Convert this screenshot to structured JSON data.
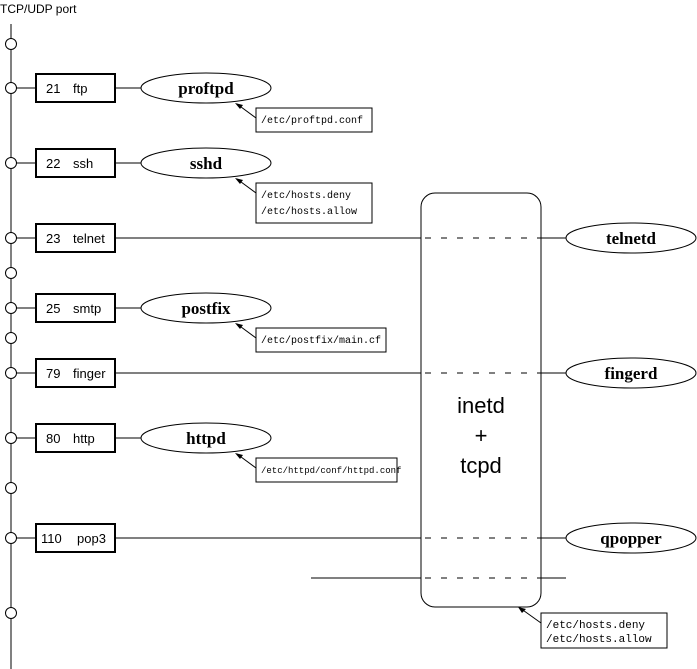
{
  "axis_label": "TCP/UDP port",
  "ports": [
    {
      "number": "21",
      "name": "ftp",
      "daemon": "proftpd",
      "via_inetd": false,
      "config": [
        "/etc/proftpd.conf"
      ]
    },
    {
      "number": "22",
      "name": "ssh",
      "daemon": "sshd",
      "via_inetd": false,
      "config": [
        "/etc/hosts.deny",
        "/etc/hosts.allow"
      ]
    },
    {
      "number": "23",
      "name": "telnet",
      "daemon": "telnetd",
      "via_inetd": true,
      "config": []
    },
    {
      "number": "25",
      "name": "smtp",
      "daemon": "postfix",
      "via_inetd": false,
      "config": [
        "/etc/postfix/main.cf"
      ]
    },
    {
      "number": "79",
      "name": "finger",
      "daemon": "fingerd",
      "via_inetd": true,
      "config": []
    },
    {
      "number": "80",
      "name": "http",
      "daemon": "httpd",
      "via_inetd": false,
      "config": [
        "/etc/httpd/conf/httpd.conf"
      ]
    },
    {
      "number": "110",
      "name": "pop3",
      "daemon": "qpopper",
      "via_inetd": true,
      "config": []
    }
  ],
  "superserver": {
    "lines": [
      "inetd",
      "+",
      "tcpd"
    ],
    "config": [
      "/etc/hosts.deny",
      "/etc/hosts.allow"
    ]
  }
}
